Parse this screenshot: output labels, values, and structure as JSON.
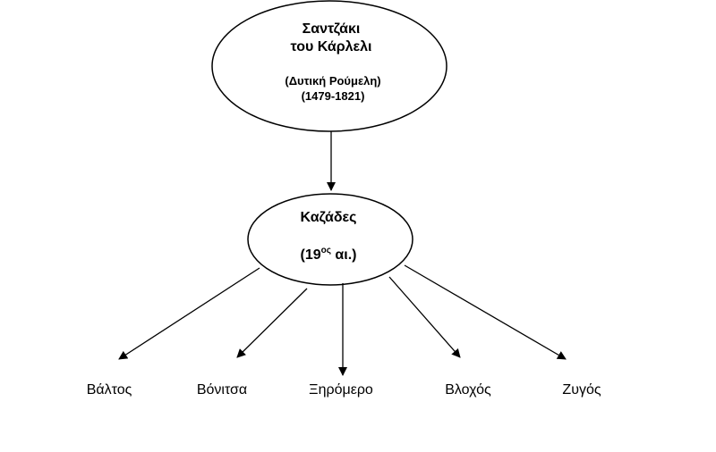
{
  "root": {
    "title_line1": "Σαντζάκι",
    "title_line2": "του Κάρλελι",
    "region": "(Δυτική Ρούμελη)",
    "years": "(1479-1821)"
  },
  "middle": {
    "title": "Καζάδες",
    "century_open": "(19",
    "century_sup": "ος",
    "century_close": " αι.)"
  },
  "leaves": [
    "Βάλτος",
    "Βόνιτσα",
    "Ξηρόμερο",
    "Βλοχός",
    "Ζυγός"
  ]
}
